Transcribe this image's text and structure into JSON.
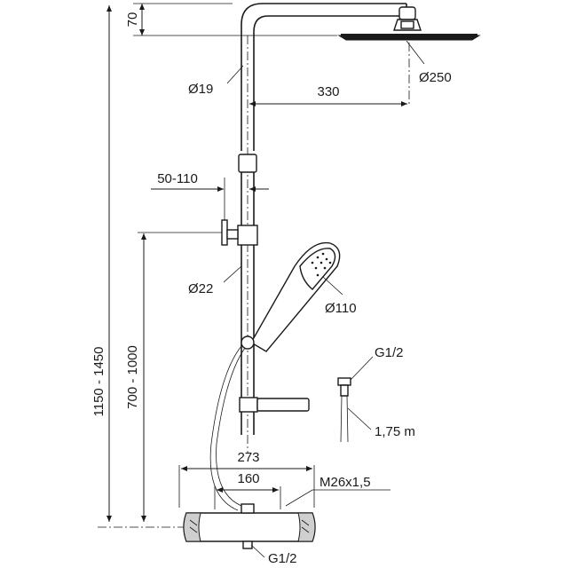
{
  "dimensions": {
    "top_offset": "70",
    "head_diameter": "Ø250",
    "riser_diameter": "Ø19",
    "arm_length": "330",
    "bracket_range": "50-110",
    "lower_pipe_diameter": "Ø22",
    "hand_shower_diameter": "Ø110",
    "total_height": "1150 - 1450",
    "bracket_height": "700 - 1000",
    "thermostat_width": "273",
    "connection_spacing": "160",
    "outlet_thread": "M26x1,5",
    "inlet_thread_bottom": "G1/2",
    "hose_thread": "G1/2",
    "hose_length": "1,75 m"
  }
}
